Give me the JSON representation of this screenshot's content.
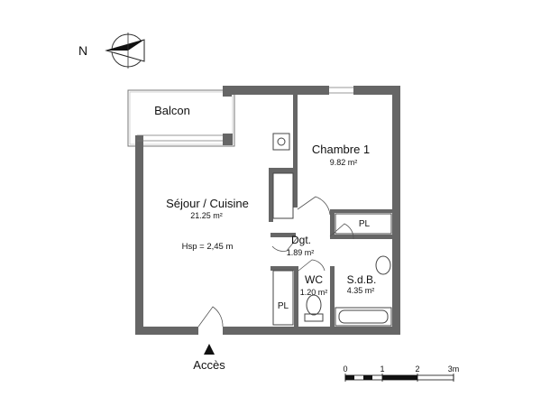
{
  "compass": {
    "north_label": "N"
  },
  "rooms": {
    "balcon": {
      "name": "Balcon"
    },
    "sejour": {
      "name": "Séjour / Cuisine",
      "area": "21.25 m²",
      "height_note": "Hsp = 2,45 m"
    },
    "chambre": {
      "name": "Chambre 1",
      "area": "9.82 m²"
    },
    "dgt": {
      "name": "Dgt.",
      "area": "1.89 m²"
    },
    "wc": {
      "name": "WC",
      "area": "1.20 m²"
    },
    "sdb": {
      "name": "S.d.B.",
      "area": "4.35 m²"
    }
  },
  "placards": {
    "pl_chambre": "PL",
    "pl_wc": "PL"
  },
  "entrance": {
    "label": "Accès"
  },
  "scale_bar": {
    "ticks": [
      "0",
      "1",
      "2",
      "3m"
    ]
  },
  "colors": {
    "wall": "#666666",
    "line": "#555555",
    "text": "#111111"
  }
}
